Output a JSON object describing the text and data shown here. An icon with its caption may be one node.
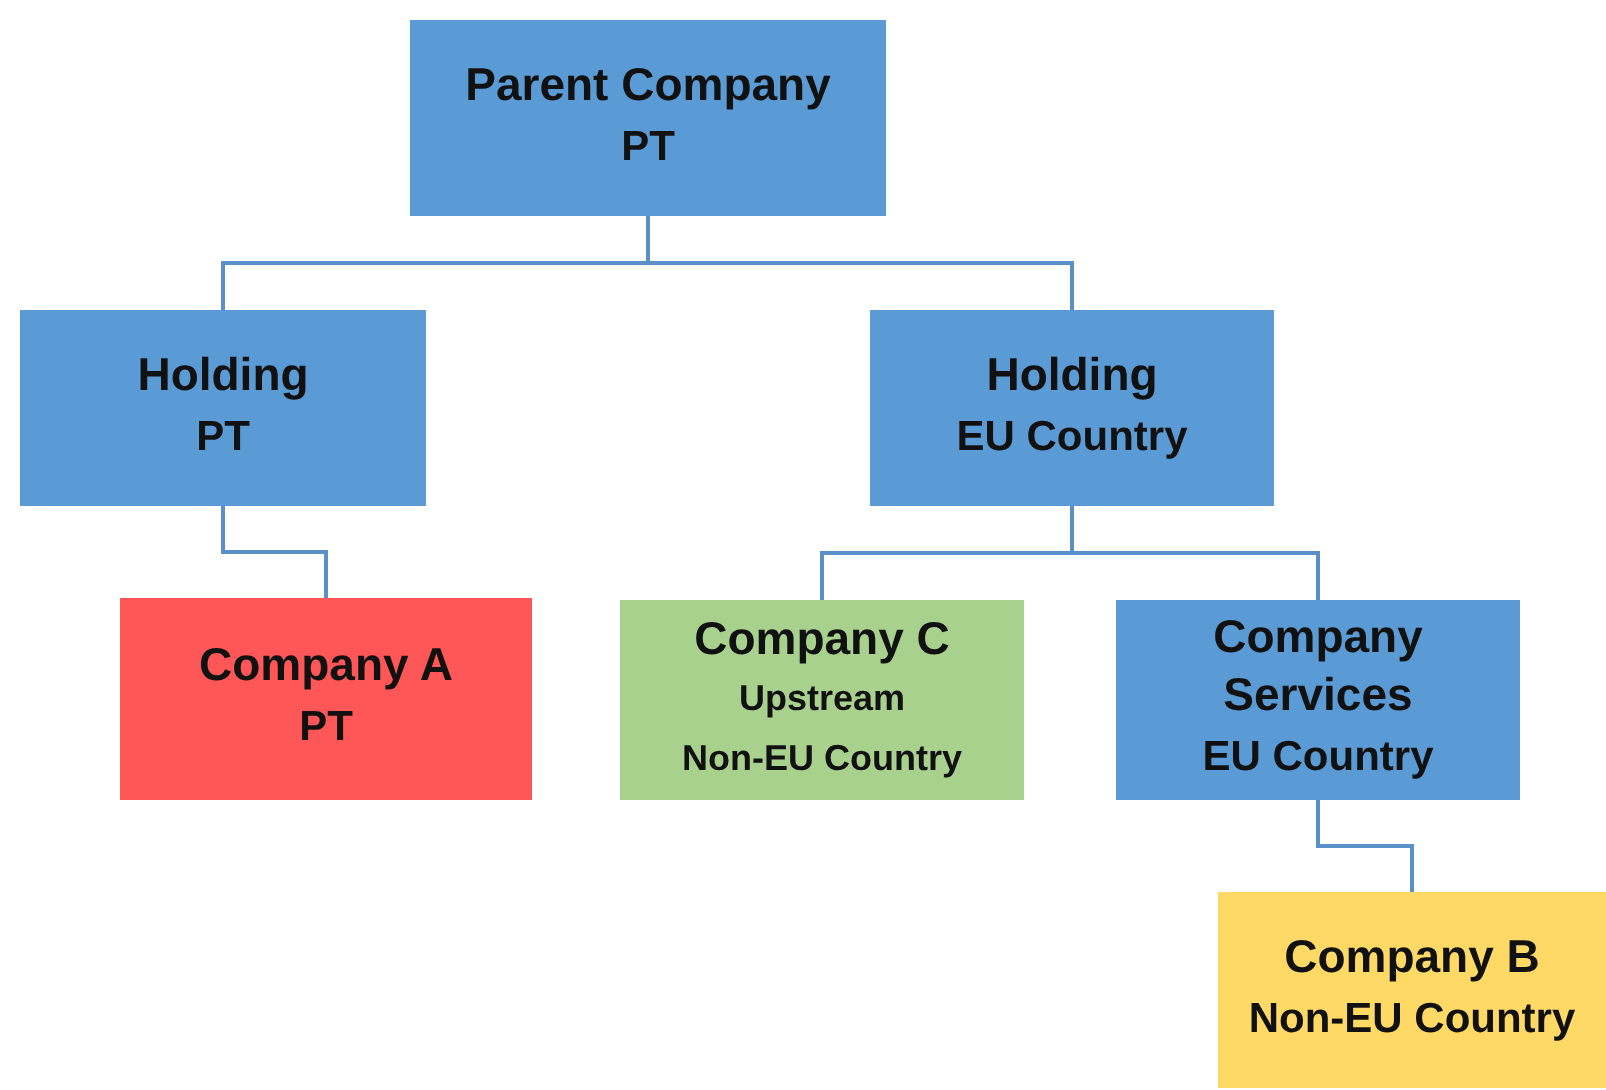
{
  "diagram": {
    "nodes": [
      {
        "text": [
          "Parent Company",
          "PT"
        ]
      },
      {
        "text": [
          "Holding",
          "PT"
        ]
      },
      {
        "text": [
          "Holding",
          "EU Country"
        ]
      },
      {
        "text": [
          "Company A",
          "PT"
        ]
      },
      {
        "text": [
          "Company C",
          "Upstream",
          "Non-EU Country"
        ]
      },
      {
        "text": [
          "Company Services",
          "EU Country"
        ]
      },
      {
        "text": [
          "Company B",
          "Non-EU Country"
        ]
      }
    ],
    "edges": [
      {
        "from": 0,
        "to": 1,
        "arrow": "none"
      },
      {
        "from": 0,
        "to": 2,
        "arrow": "none"
      },
      {
        "from": 1,
        "to": 3,
        "arrow": "none"
      },
      {
        "from": 2,
        "to": 4,
        "arrow": "none"
      },
      {
        "from": 2,
        "to": 5,
        "arrow": "none"
      },
      {
        "from": 5,
        "to": 6,
        "arrow": "none"
      }
    ]
  }
}
